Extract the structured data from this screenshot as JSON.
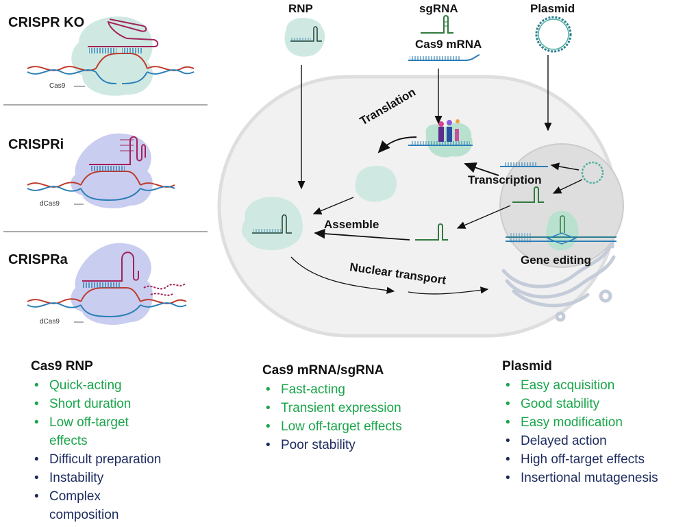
{
  "panels": [
    {
      "title": "CRISPR KO",
      "protein_label": "Cas9"
    },
    {
      "title": "CRISPRi",
      "protein_label": "dCas9"
    },
    {
      "title": "CRISPRa",
      "protein_label": "dCas9"
    }
  ],
  "delivery_formats": {
    "rnp": "RNP",
    "sgrna": "sgRNA",
    "cas9_mrna": "Cas9 mRNA",
    "plasmid": "Plasmid"
  },
  "process_labels": {
    "translation": "Translation",
    "transcription": "Transcription",
    "assemble": "Assemble",
    "nuclear_transport": "Nuclear transport",
    "gene_editing": "Gene editing"
  },
  "lists": [
    {
      "title": "Cas9 RNP",
      "items": [
        {
          "text": "Quick-acting",
          "type": "advantage"
        },
        {
          "text": "Short duration",
          "type": "advantage"
        },
        {
          "text": "Low off-target",
          "type": "advantage"
        },
        {
          "text": "effects",
          "type": "advantage",
          "continuation": true
        },
        {
          "text": "Difficult preparation",
          "type": "disadvantage"
        },
        {
          "text": "Instability",
          "type": "disadvantage"
        },
        {
          "text": "Complex",
          "type": "disadvantage"
        },
        {
          "text": "composition",
          "type": "disadvantage",
          "continuation": true
        }
      ]
    },
    {
      "title": "Cas9 mRNA/sgRNA",
      "items": [
        {
          "text": "Fast-acting",
          "type": "advantage"
        },
        {
          "text": "Transient expression",
          "type": "advantage"
        },
        {
          "text": "Low off-target effects",
          "type": "advantage"
        },
        {
          "text": "Poor stability",
          "type": "disadvantage"
        }
      ]
    },
    {
      "title": "Plasmid",
      "items": [
        {
          "text": "Easy acquisition",
          "type": "advantage"
        },
        {
          "text": "Good stability",
          "type": "advantage"
        },
        {
          "text": "Easy modification",
          "type": "advantage"
        },
        {
          "text": "Delayed action",
          "type": "disadvantage"
        },
        {
          "text": "High off-target effects",
          "type": "disadvantage"
        },
        {
          "text": "Insertional mutagenesis",
          "type": "disadvantage"
        }
      ]
    }
  ],
  "colors": {
    "advantage": "#1aa54a",
    "disadvantage": "#1c2a5e",
    "protein_cas9": "#cfe9e2",
    "protein_dcas9": "#c9cdef",
    "rna_guide": "#a3215a",
    "dna_red": "#c0392b",
    "dna_blue": "#2c7fb8",
    "nucleus": "#dedede"
  }
}
